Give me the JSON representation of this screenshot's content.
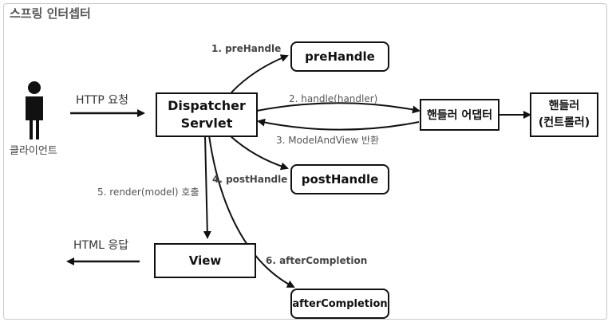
{
  "title": "스프링 인터셉터",
  "client_label": "클라이언트",
  "nodes": {
    "dispatcher": "Dispatcher\nServlet",
    "prehandle": "preHandle",
    "posthandle": "postHandle",
    "aftercompletion": "afterCompletion",
    "adapter": "핸들러 어댑터",
    "handler": "핸들러\n(컨트롤러)",
    "view": "View"
  },
  "edges": {
    "http_request": "HTTP 요청",
    "html_response": "HTML 응답",
    "step1": "1. preHandle",
    "step2": "2. handle(handler)",
    "step3": "3. ModelAndView 반환",
    "step4": "4. postHandle",
    "step5": "5. render(model) 호출",
    "step6": "6. afterCompletion"
  }
}
